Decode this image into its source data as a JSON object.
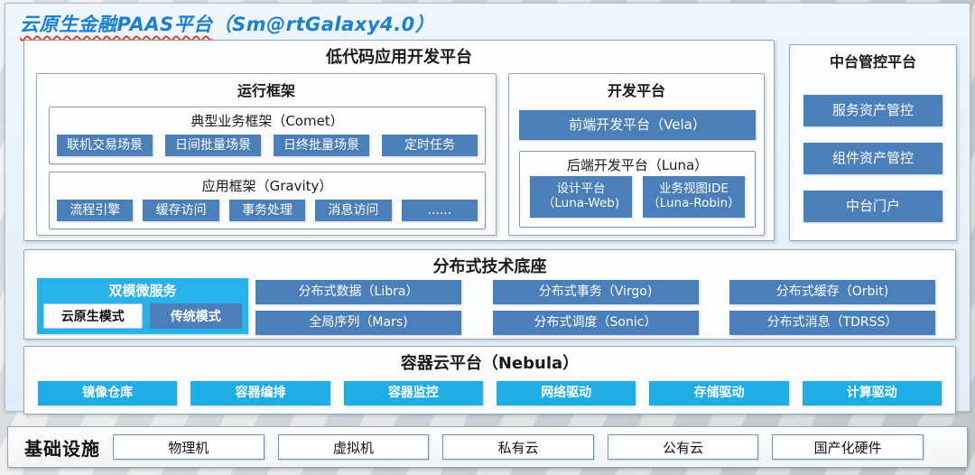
{
  "title": {
    "main": "云原生金融PAAS平台",
    "version": "（Sm@rtGalaxy4.0）"
  },
  "low_code_platform": {
    "title": "低代码应用开发平台",
    "runtime_framework": {
      "title": "运行框架",
      "comet": {
        "title": "典型业务框架（Comet）",
        "items": [
          "联机交易场景",
          "日间批量场景",
          "日终批量场景",
          "定时任务"
        ]
      },
      "gravity": {
        "title": "应用框架（Gravity）",
        "items": [
          "流程引擎",
          "缓存访问",
          "事务处理",
          "消息访问",
          "......"
        ]
      }
    },
    "dev_platform": {
      "title": "开发平台",
      "frontend": "前端开发平台（Vela）",
      "backend": {
        "title": "后端开发平台（Luna）",
        "design": {
          "name": "设计平台",
          "sub": "（Luna-Web)"
        },
        "ide": {
          "name": "业务视图IDE",
          "sub": "（Luna-Robin）"
        }
      }
    }
  },
  "mid_platform": {
    "title": "中台管控平台",
    "items": [
      "服务资产管控",
      "组件资产管控",
      "中台门户"
    ]
  },
  "distributed_base": {
    "title": "分布式技术底座",
    "dual_mode": {
      "title": "双模微服务",
      "modes": [
        "云原生模式",
        "传统模式"
      ]
    },
    "row1": [
      "分布式数据（Libra）",
      "分布式事务（Virgo)",
      "分布式缓存（Orbit)"
    ],
    "row2": [
      "全局序列（Mars)",
      "分布式调度（Sonic）",
      "分布式消息（TDRSS）"
    ]
  },
  "container_cloud": {
    "title": "容器云平台（Nebula）",
    "items": [
      "镜像仓库",
      "容器编排",
      "容器监控",
      "网络驱动",
      "存储驱动",
      "计算驱动"
    ]
  },
  "infrastructure": {
    "title": "基础设施",
    "items": [
      "物理机",
      "虚拟机",
      "私有云",
      "公有云",
      "国产化硬件"
    ]
  },
  "colors": {
    "steel_blue": "#4a7fba",
    "cyan": "#1fade8",
    "dual_mode_cyan": "#29b2ea",
    "title_blue": "#1b80cf",
    "underline_red": "#e2402f",
    "panel_bg": "#e9f3fa"
  }
}
